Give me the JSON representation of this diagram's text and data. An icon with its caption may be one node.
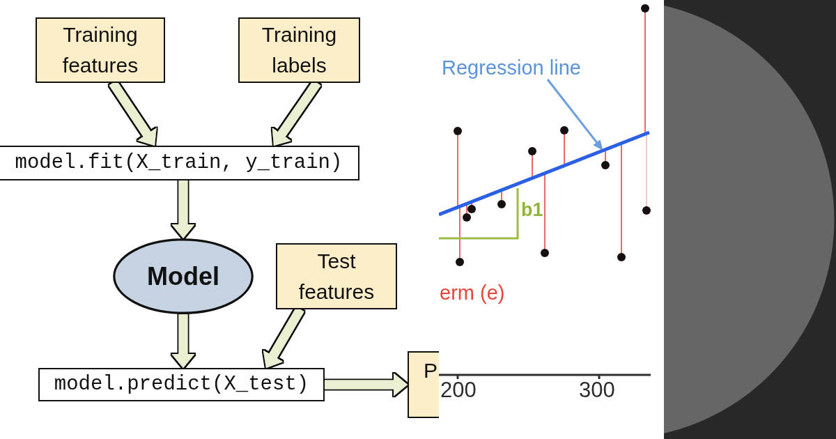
{
  "diagram": {
    "nodes": [
      {
        "text": [
          "Training features"
        ]
      },
      {
        "text": [
          "Training labels"
        ]
      },
      {
        "text": [
          "model.fit(X_train, y_train)"
        ]
      },
      {
        "text": [
          "Model"
        ]
      },
      {
        "text": [
          "Test features"
        ]
      },
      {
        "text": [
          "model.predict(X_test)"
        ]
      },
      {
        "text": [
          "P"
        ]
      },
      {
        "text": [
          "Regression line"
        ]
      },
      {
        "text": [],
        "shape": "line"
      }
    ],
    "edges": [
      {
        "from": 0,
        "to": 2,
        "arrow": "to"
      },
      {
        "from": 1,
        "to": 2,
        "arrow": "to"
      },
      {
        "from": 2,
        "to": 3,
        "arrow": "to"
      },
      {
        "from": 3,
        "to": 5,
        "arrow": "to"
      },
      {
        "from": 4,
        "to": 5,
        "arrow": "to"
      },
      {
        "from": 5,
        "to": 6,
        "arrow": "to"
      },
      {
        "from": 7,
        "to": 8,
        "arrow": "to",
        "color": "#6a9fe0"
      }
    ],
    "labels": [
      "b1",
      "erm (e)",
      "200",
      "300"
    ]
  }
}
